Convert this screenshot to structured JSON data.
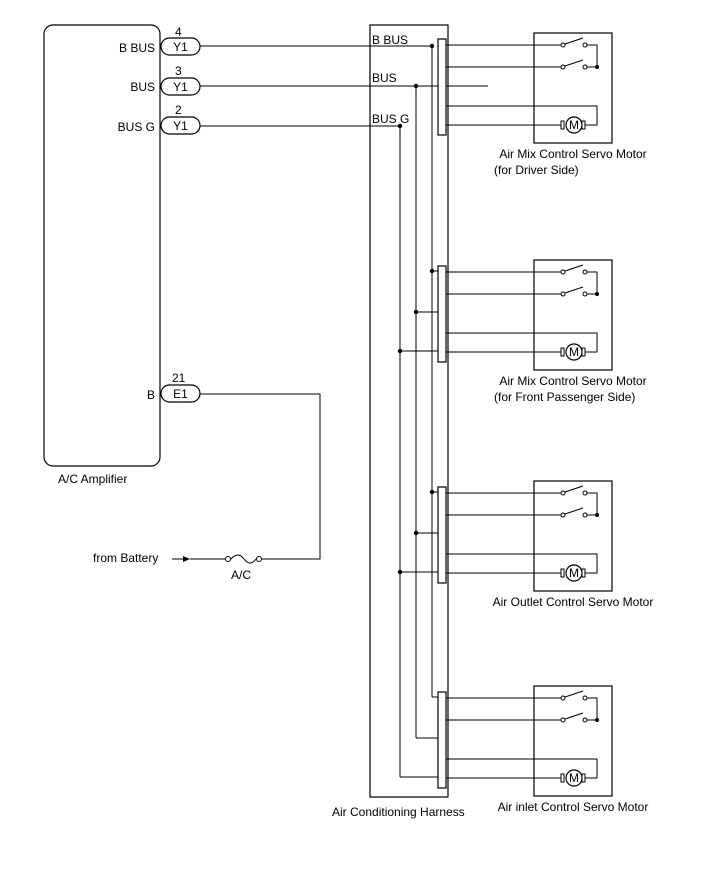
{
  "amplifier": {
    "name": "A/C Amplifier",
    "pins": [
      {
        "label": "B BUS",
        "num": "4",
        "connector": "Y1"
      },
      {
        "label": "BUS",
        "num": "3",
        "connector": "Y1"
      },
      {
        "label": "BUS G",
        "num": "2",
        "connector": "Y1"
      },
      {
        "label": "B",
        "num": "21",
        "connector": "E1"
      }
    ]
  },
  "harness": {
    "name": "Air Conditioning Harness",
    "buses": [
      "B BUS",
      "BUS",
      "BUS G"
    ]
  },
  "power": {
    "source": "from Battery",
    "fuse": "A/C"
  },
  "motors": [
    {
      "line1": "Air Mix Control Servo Motor",
      "line2": "(for Driver Side)"
    },
    {
      "line1": "Air Mix Control Servo Motor",
      "line2": "(for Front Passenger Side)"
    },
    {
      "line1": "Air Outlet Control Servo Motor",
      "line2": ""
    },
    {
      "line1": "Air inlet Control Servo Motor",
      "line2": ""
    }
  ],
  "motor_symbol": "M"
}
